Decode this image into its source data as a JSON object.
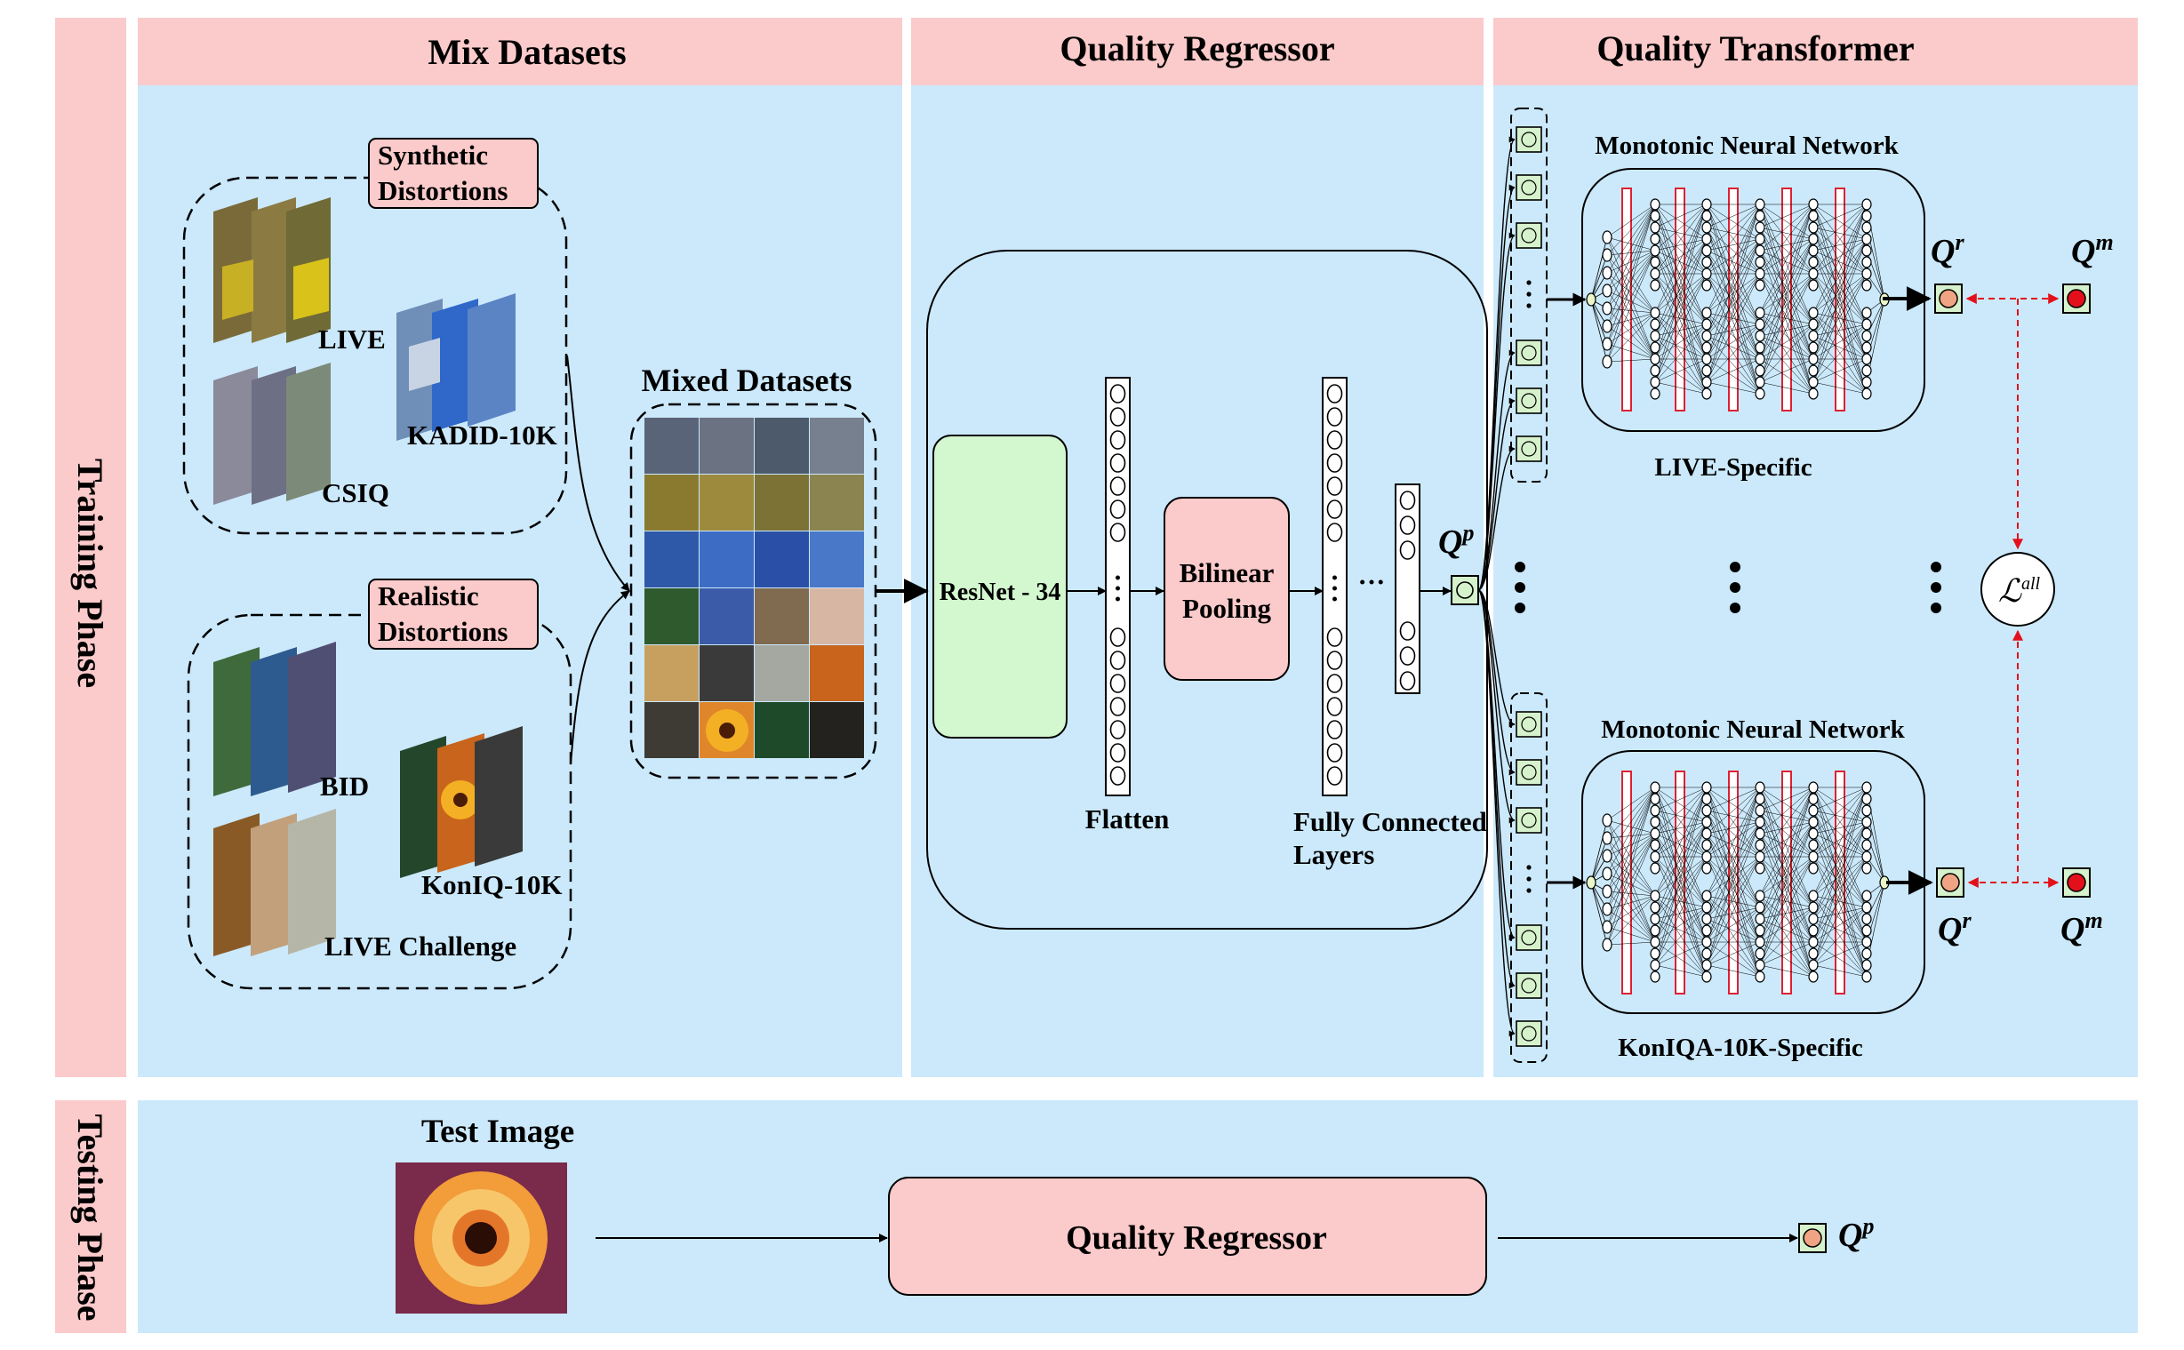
{
  "phases": {
    "training": "Training Phase",
    "testing": "Testing Phase"
  },
  "sections": {
    "mix": "Mix Datasets",
    "regressor": "Quality Regressor",
    "transformer": "Quality Transformer"
  },
  "mix": {
    "synthetic_line1": "Synthetic",
    "synthetic_line2": "Distortions",
    "realistic_line1": "Realistic",
    "realistic_line2": "Distortions",
    "live": "LIVE",
    "kadid": "KADID-10K",
    "csiq": "CSIQ",
    "bid": "BID",
    "koniq": "KonIQ-10K",
    "live_challenge": "LIVE  Challenge",
    "mixed_title": "Mixed Datasets"
  },
  "regressor": {
    "resnet": "ResNet - 34",
    "bilinear_line1": "Bilinear",
    "bilinear_line2": "Pooling",
    "flatten": "Flatten",
    "fc_line1": "Fully Connected",
    "fc_line2": "Layers",
    "dots": "···",
    "qp_base": "Q",
    "qp_sup": "p"
  },
  "transformer": {
    "mnn_top": "Monotonic Neural Network",
    "mnn_bottom": "Monotonic Neural Network",
    "specific_top": "LIVE-Specific",
    "specific_bottom": "KonIQA-10K-Specific",
    "q_base": "Q",
    "qr_sup": "r",
    "qm_sup": "m",
    "loss_base": "ℒ",
    "loss_sup": "all"
  },
  "testing": {
    "test_image": "Test Image",
    "regressor": "Quality Regressor",
    "qp_base": "Q",
    "qp_sup": "p"
  },
  "colors": {
    "header_pink": "#fbcaca",
    "panel_blue": "#cbe9fb",
    "resnet_green": "#d3f7cf",
    "bilinear_pink": "#fbcaca",
    "node_green": "#d6f2cc",
    "qr_orange": "#f0a483",
    "qm_red": "#e3101b",
    "dashed_red": "#e3101b"
  }
}
